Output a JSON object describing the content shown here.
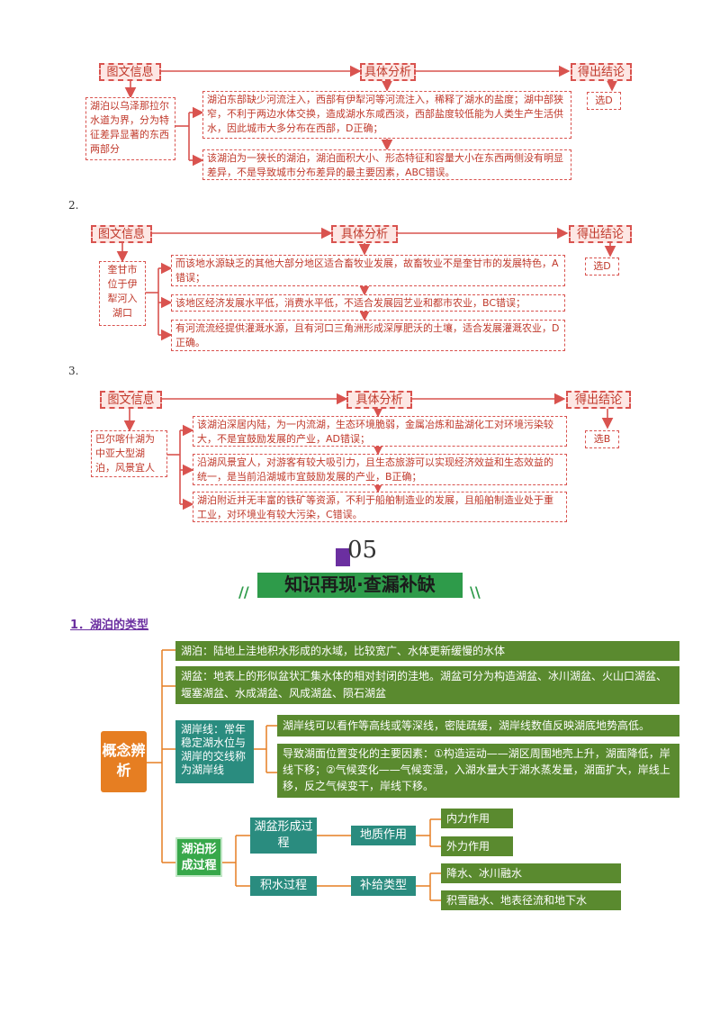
{
  "block1": {
    "hdr_info": "图文信息",
    "hdr_analysis": "具体分析",
    "hdr_result": "得出结论",
    "info": "湖泊以乌泽那拉尔水道为界，分为特征差异显著的东西两部分",
    "analysis1": "湖泊东部缺少河流注入，西部有伊犁河等河流注入，稀释了湖水的盐度；湖中部狭窄，不利于两边水体交换，造成湖水东咸西淡，西部盐度较低能为人类生产生活供水，因此城市大多分布在西部，D正确；",
    "analysis2": "该湖泊为一狭长的湖泊，湖泊面积大小、形态特征和容量大小在东西两侧没有明显差异，不是导致城市分布差异的最主要因素，ABC错误。",
    "result": "选D"
  },
  "block2": {
    "num": "2.",
    "hdr_info": "图文信息",
    "hdr_analysis": "具体分析",
    "hdr_result": "得出结论",
    "info": "奎甘市位于伊犁河入湖口",
    "analysis1": "而该地水源缺乏的其他大部分地区适合畜牧业发展，故畜牧业不是奎甘市的发展特色，A错误；",
    "analysis2": "该地区经济发展水平低，消费水平低，不适合发展园艺业和都市农业，BC错误；",
    "analysis3": "有河流流经提供灌溉水源，且有河口三角洲形成深厚肥沃的土壤，适合发展灌溉农业，D正确。",
    "result": "选D"
  },
  "block3": {
    "num": "3.",
    "hdr_info": "图文信息",
    "hdr_analysis": "具体分析",
    "hdr_result": "得出结论",
    "info": "巴尔喀什湖为中亚大型湖泊，风景宜人",
    "analysis1": "该湖泊深居内陆，为一内流湖，生态环境脆弱，金属冶炼和盐湖化工对环境污染较大，不是宜鼓励发展的产业，AD错误；",
    "analysis2": "沿湖风景宜人，对游客有较大吸引力，且生态旅游可以实现经济效益和生态效益的统一，是当前沿湖城市宜鼓励发展的产业，B正确；",
    "analysis3": "湖泊附近并无丰富的铁矿等资源，不利于船舶制造业的发展，且船舶制造业处于重工业，对环境业有较大污染，C错误。",
    "result": "选B"
  },
  "section": {
    "number": "05",
    "title": "知识再现·查漏补缺",
    "heading": "1．湖泊的类型"
  },
  "mindmap": {
    "root": "概念辨析",
    "lake": "湖泊：陆地上洼地积水形成的水域，比较宽广、水体更新缓慢的水体",
    "basin": "湖盆：地表上的形似盆状汇集水体的相对封闭的洼地。湖盆可分为构造湖盆、冰川湖盆、火山口湖盆、堰塞湖盆、水成湖盆、风成湖盆、陨石湖盆",
    "shoreline": "湖岸线：常年稳定湖水位与湖岸的交线称为湖岸线",
    "shoreline_a": "湖岸线可以看作等高线或等深线，密陡疏缓，湖岸线数值反映湖底地势高低。",
    "shoreline_b": "导致湖面位置变化的主要因素：①构造运动——湖区周围地壳上升，湖面降低，岸线下移；②气候变化——气候变湿，入湖水量大于湖水蒸发量，湖面扩大，岸线上移，反之气候变干，岸线下移。",
    "formation": "湖泊形成过程",
    "basin_process": "湖盆形成过程",
    "geo_action": "地质作用",
    "internal": "内力作用",
    "external": "外力作用",
    "water_process": "积水过程",
    "supply_type": "补给类型",
    "supply1": "降水、冰川融水",
    "supply2": "积雪融水、地表径流和地下水"
  }
}
